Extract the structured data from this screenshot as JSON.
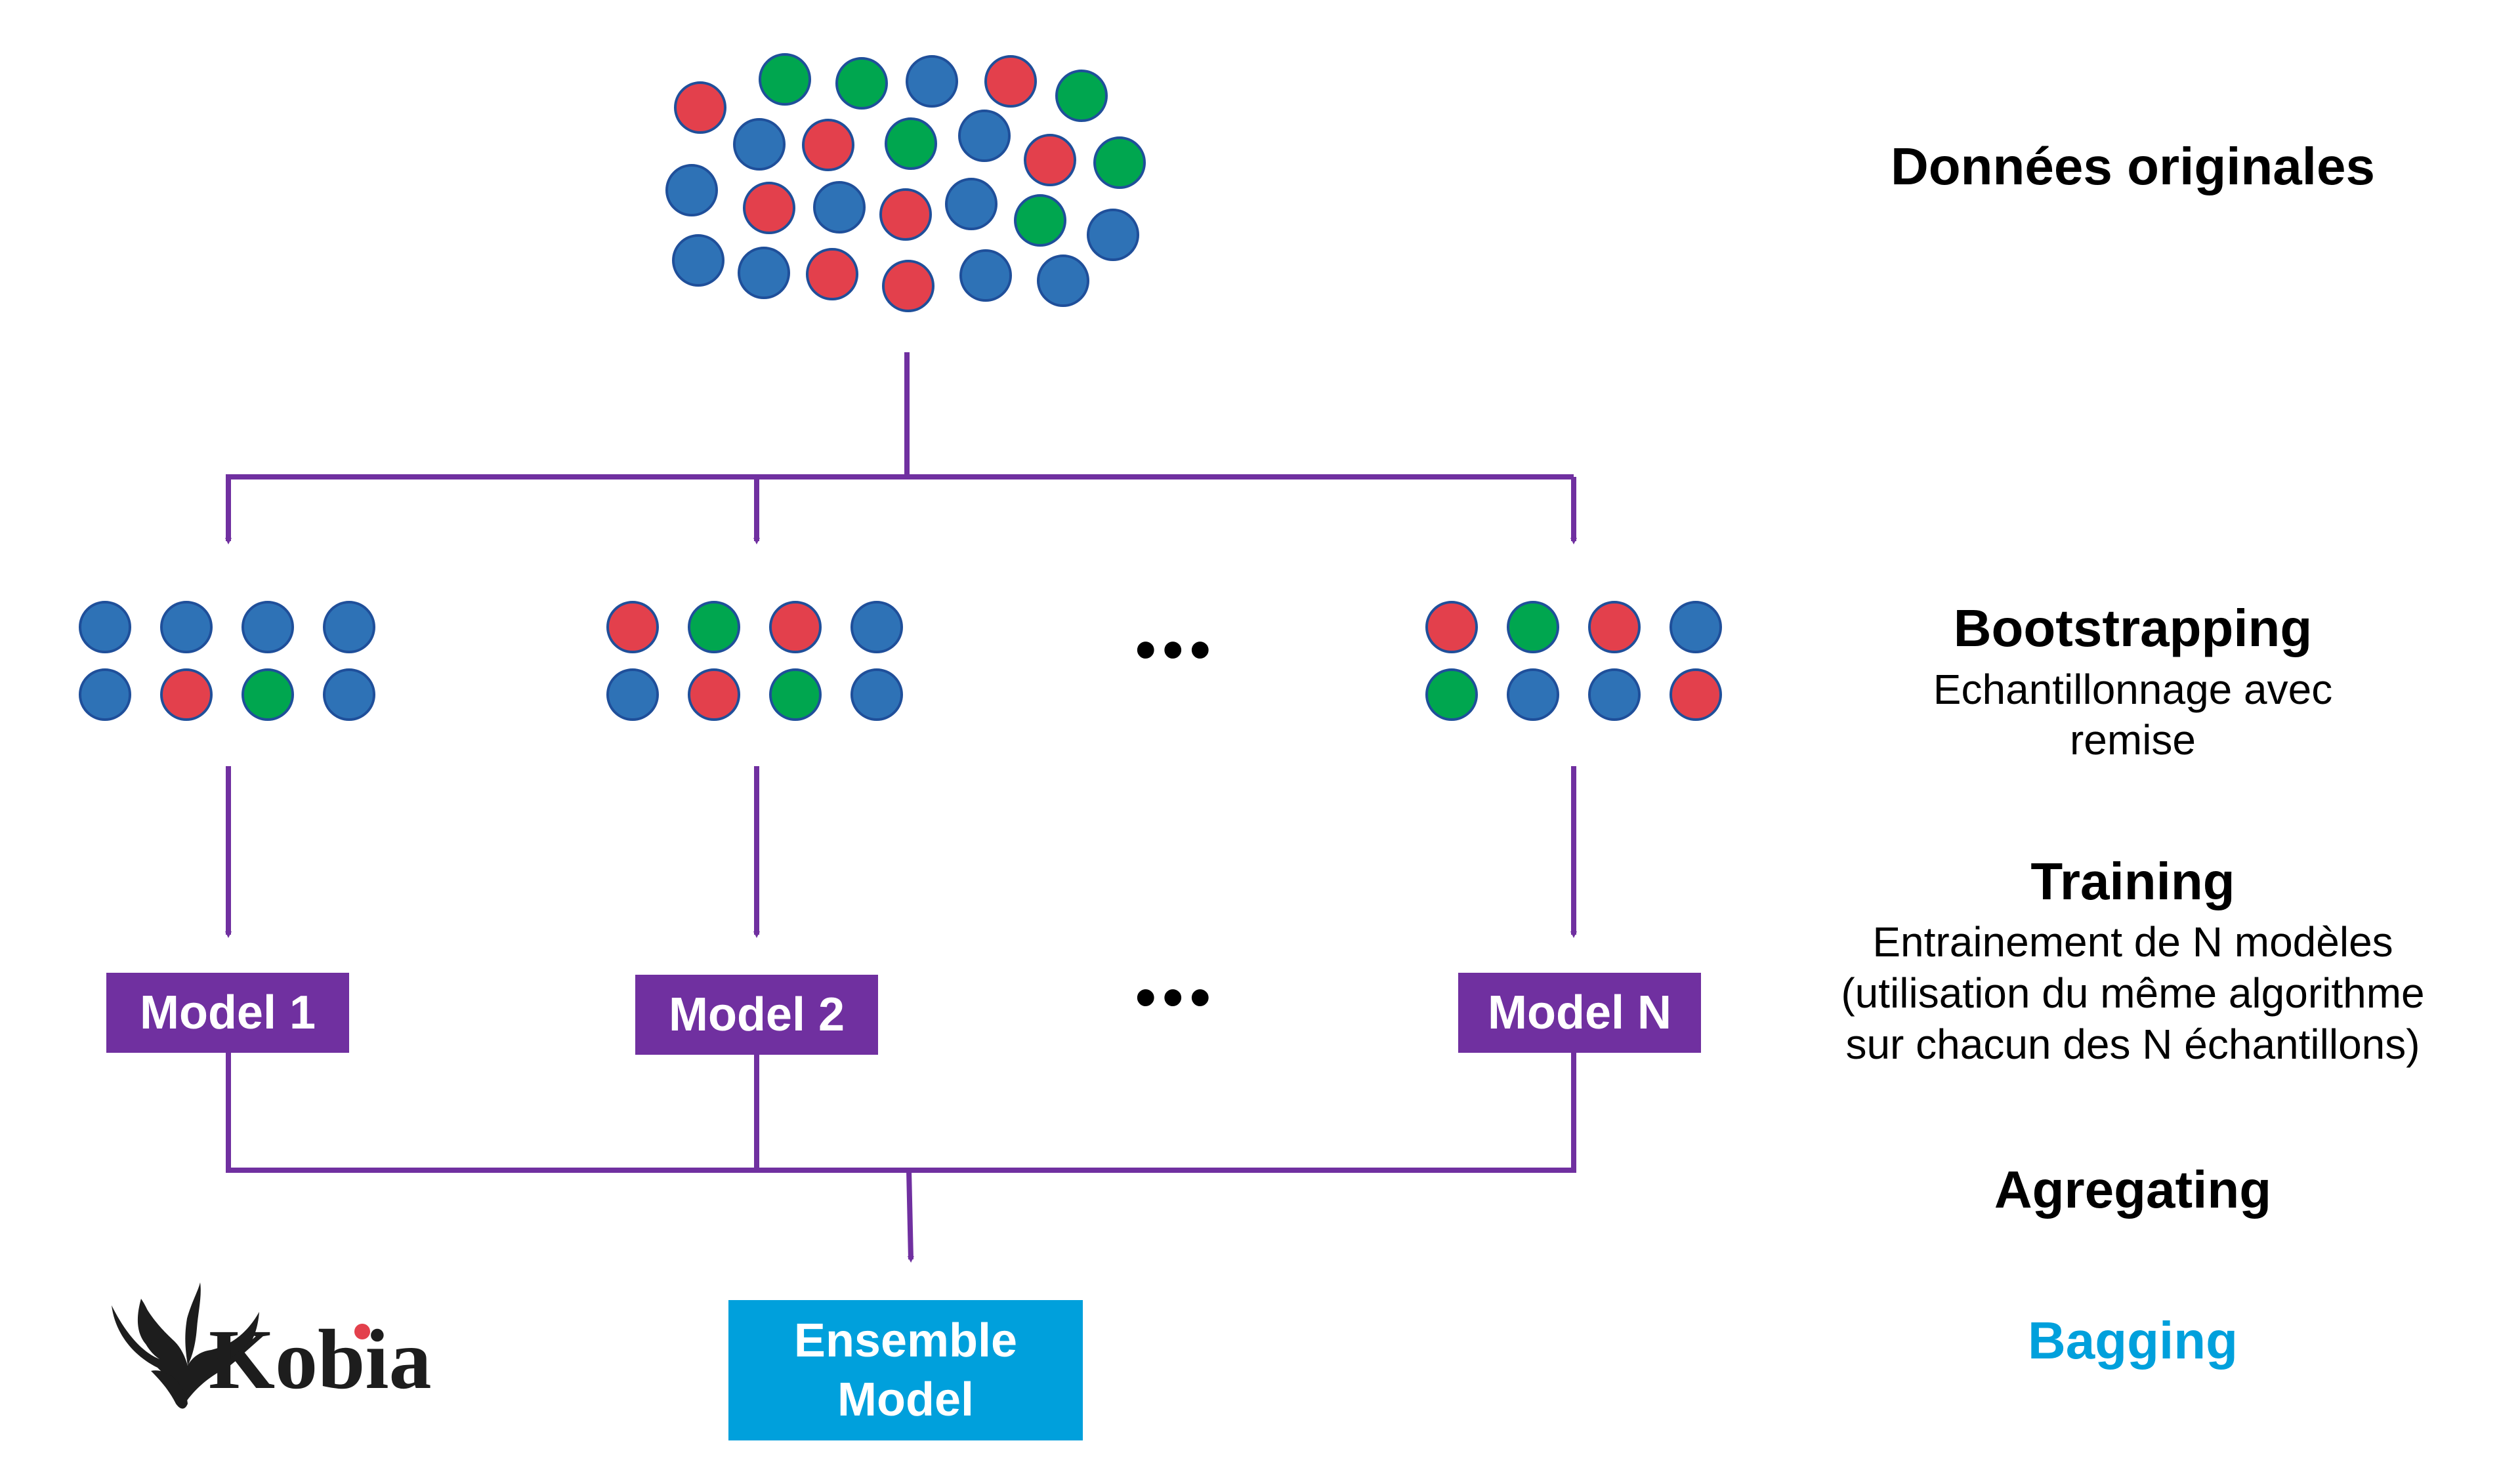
{
  "colors": {
    "red": "#e3404c",
    "green": "#00a64f",
    "blue": "#2e72b6",
    "outline": "#1f4f9a",
    "connector": "#7030a0",
    "model_box": "#7030a0",
    "ensemble_box": "#00a0dc",
    "bagging_text": "#00a0dc"
  },
  "original_data": {
    "points": [
      "red",
      "green",
      "green",
      "blue",
      "red",
      "green",
      "blue",
      "red",
      "green",
      "blue",
      "red",
      "green",
      "blue",
      "red",
      "blue",
      "red",
      "blue",
      "green",
      "blue",
      "blue",
      "blue",
      "red",
      "red",
      "blue",
      "blue"
    ]
  },
  "samples": [
    {
      "rows": [
        [
          "blue",
          "blue",
          "blue",
          "blue"
        ],
        [
          "blue",
          "red",
          "green",
          "blue"
        ]
      ]
    },
    {
      "rows": [
        [
          "red",
          "green",
          "red",
          "blue"
        ],
        [
          "blue",
          "red",
          "green",
          "blue"
        ]
      ]
    },
    {
      "rows": [
        [
          "red",
          "green",
          "red",
          "blue"
        ],
        [
          "green",
          "blue",
          "blue",
          "red"
        ]
      ]
    }
  ],
  "ellipsis": "•••",
  "models": [
    "Model 1",
    "Model 2",
    "Model N"
  ],
  "ensemble": {
    "line1": "Ensemble",
    "line2": "Model"
  },
  "steps": {
    "original": "Données originales",
    "bootstrapping": {
      "title": "Bootstrapping",
      "line1": "Echantillonnage avec",
      "line2": "remise"
    },
    "training": {
      "title": "Training",
      "line1": "Entrainement de N modèles",
      "line2": "(utilisation du même algorithme",
      "line3": "sur chacun des N échantillons)"
    },
    "aggregating": "Agregating",
    "bagging": "Bagging"
  },
  "logo": {
    "text": "Kobia",
    "dot_color": "#e3404c"
  }
}
